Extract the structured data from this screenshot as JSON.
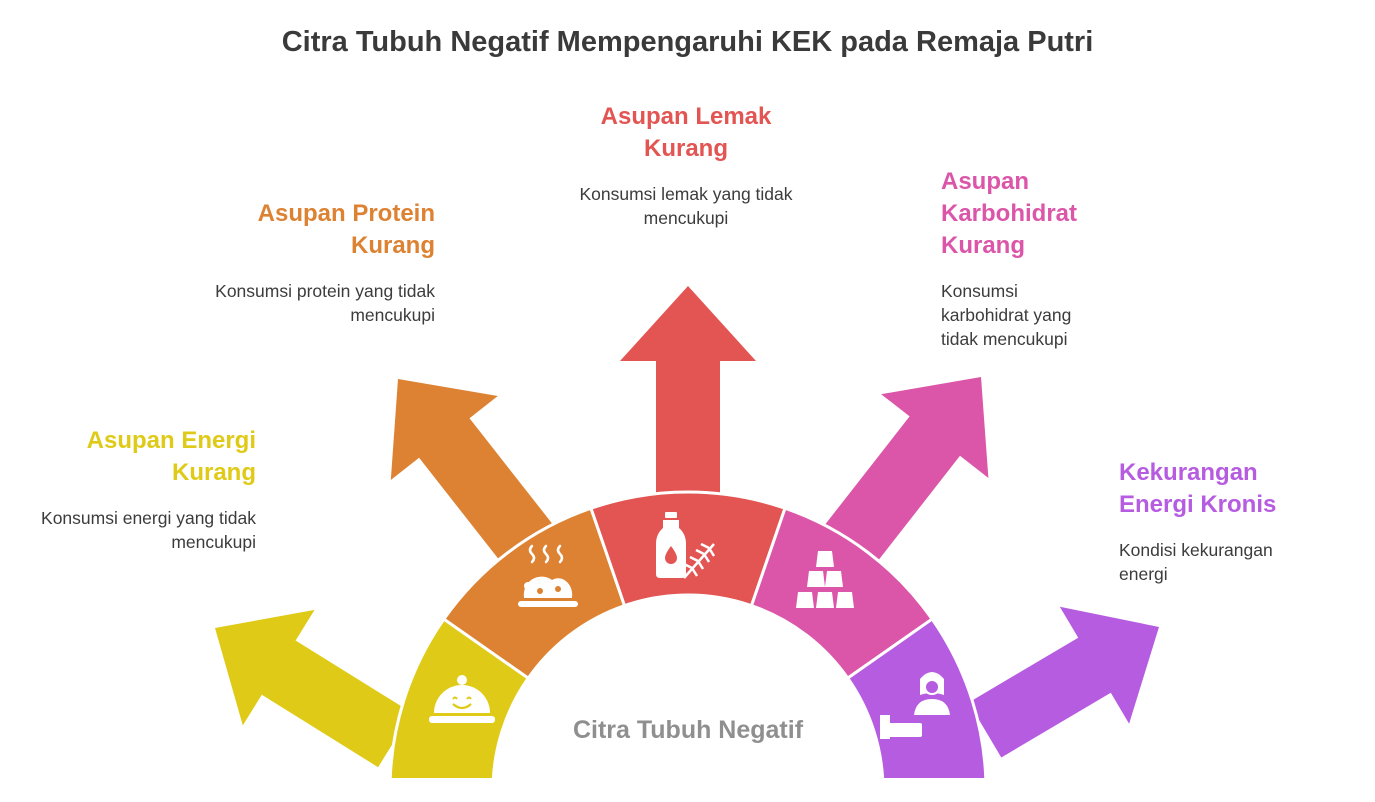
{
  "title": "Citra Tubuh Negatif Mempengaruhi KEK pada Remaja Putri",
  "center_label": "Citra Tubuh Negatif",
  "colors": {
    "energy": "#dfcb17",
    "protein": "#dd8232",
    "fat": "#e25552",
    "carb": "#db56a8",
    "kek": "#b65ce0"
  },
  "items": [
    {
      "key": "energy",
      "title": "Asupan Energi Kurang",
      "desc": "Konsumsi energi yang tidak mencukupi",
      "icon": "food-cloche-icon"
    },
    {
      "key": "protein",
      "title": "Asupan Protein Kurang",
      "desc": "Konsumsi protein yang tidak mencukupi",
      "icon": "hot-meal-plate-icon"
    },
    {
      "key": "fat",
      "title": "Asupan Lemak Kurang",
      "desc": "Konsumsi lemak yang tidak mencukupi",
      "icon": "oil-bottle-herb-icon"
    },
    {
      "key": "carb",
      "title": "Asupan Karbohidrat Kurang",
      "desc": "Konsumsi karbohidrat yang tidak mencukupi",
      "icon": "sugar-cubes-icon"
    },
    {
      "key": "kek",
      "title": "Kekurangan Energi Kronis",
      "desc": "Kondisi kekurangan energi",
      "icon": "person-bed-icon"
    }
  ]
}
